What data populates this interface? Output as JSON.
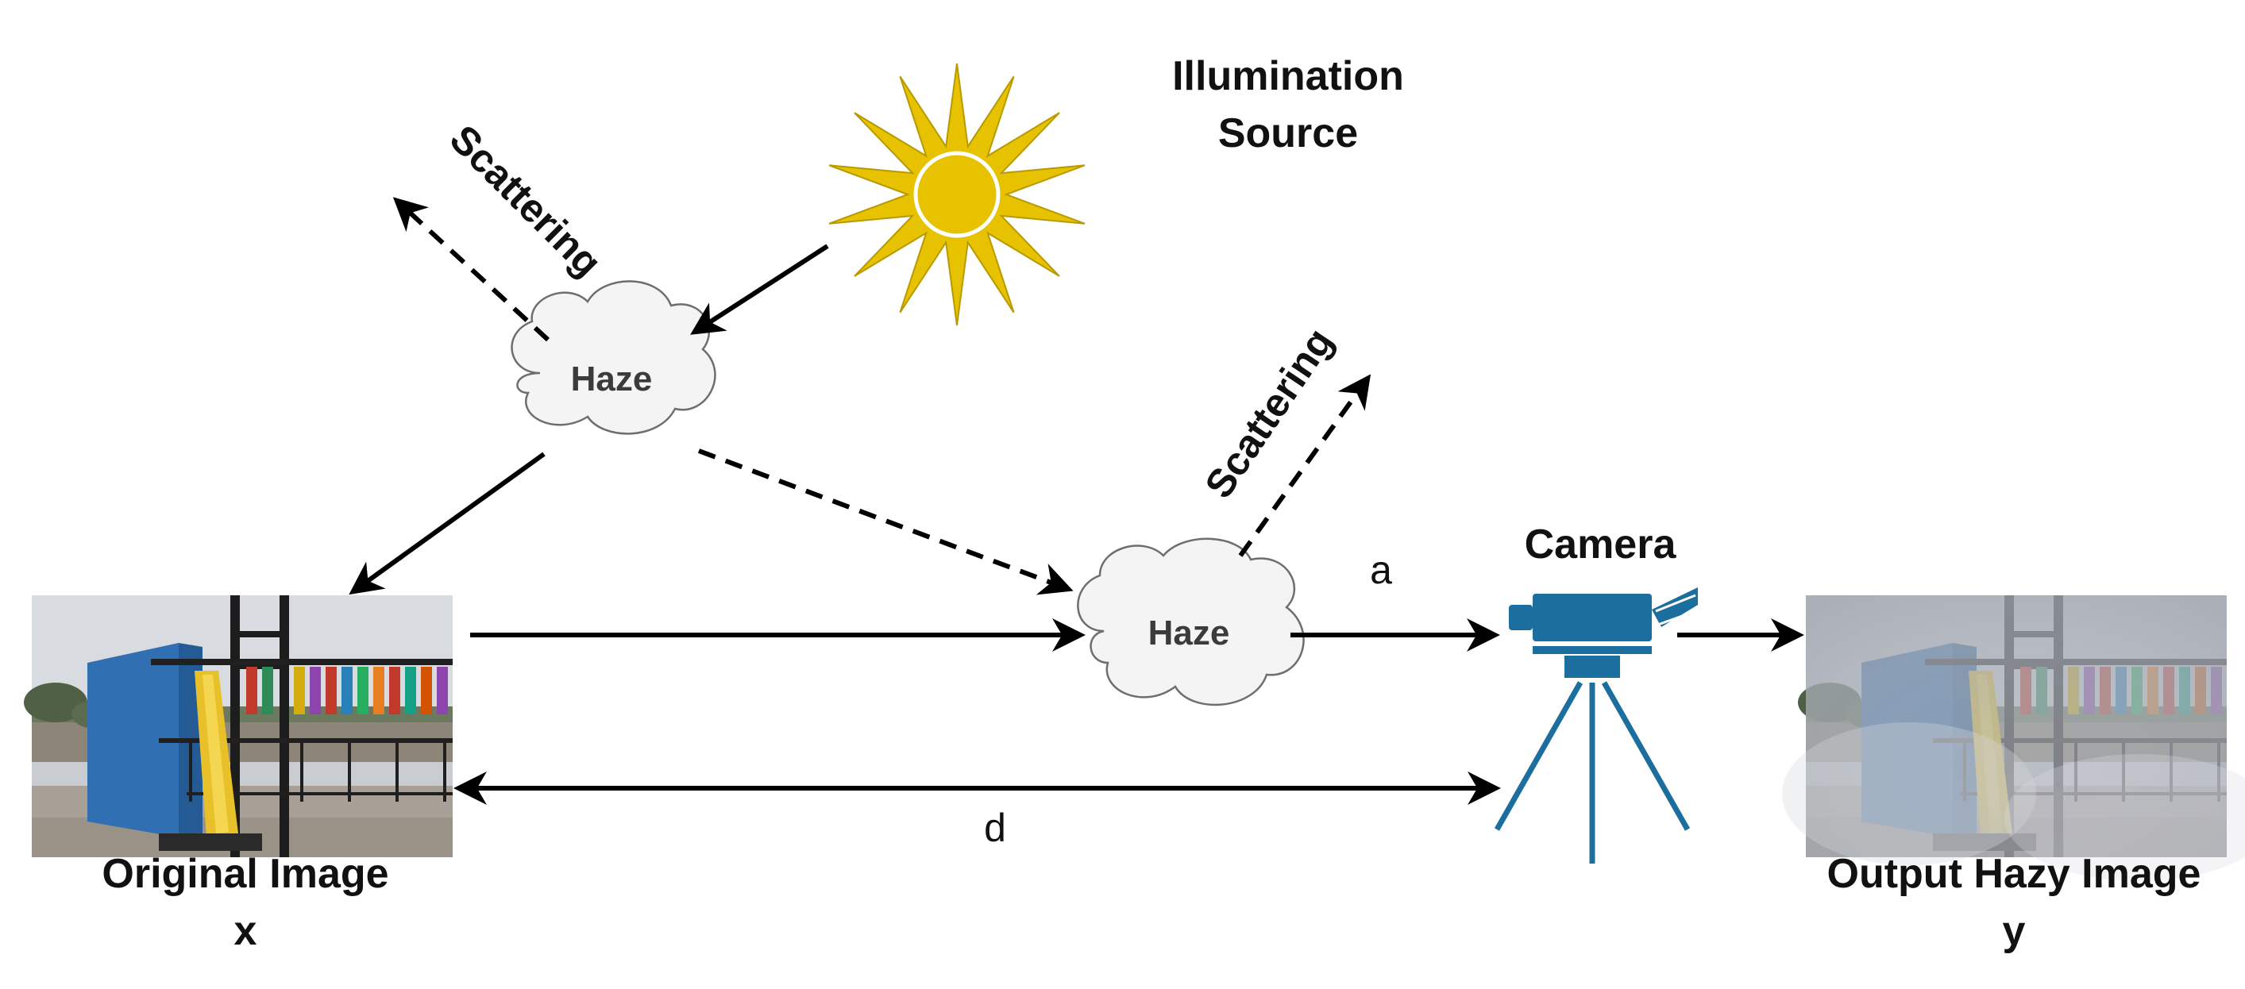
{
  "illumination": {
    "line1": "Illumination",
    "line2": "Source"
  },
  "scatter_left": "Scattering",
  "scatter_right": "Scattering",
  "haze_top": "Haze",
  "haze_mid": "Haze",
  "camera_label": "Camera",
  "label_a": "a",
  "label_d": "d",
  "original": {
    "line1": "Original Image",
    "line2": "x"
  },
  "output": {
    "line1": "Output Hazy Image",
    "line2": "y"
  },
  "icons": {
    "sun": "sun-icon",
    "cloud": "cloud-icon",
    "camera": "video-camera-on-tripod-icon"
  },
  "colors": {
    "sun_fill": "#E6C200",
    "sun_stroke": "#B89A00",
    "cloud_fill": "#F4F4F4",
    "cloud_stroke": "#6E6E6E",
    "camera": "#1C6E9E",
    "arrow": "#000000"
  }
}
